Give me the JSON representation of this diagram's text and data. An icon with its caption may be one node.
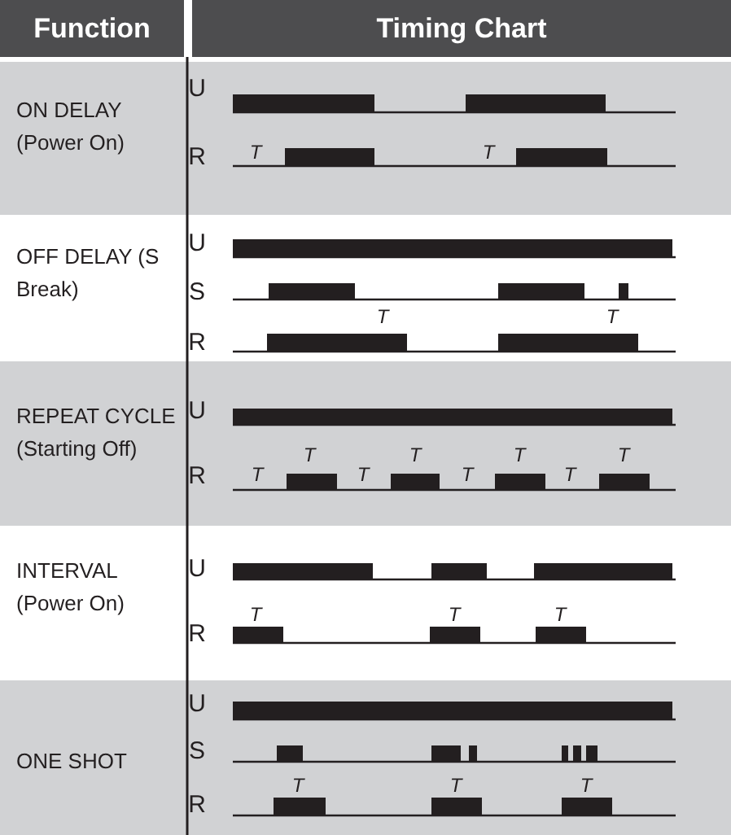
{
  "diagram": {
    "labels": [
      "Function",
      "Timing Chart",
      "ON DELAY (Power On)",
      "U",
      "R",
      "T",
      "T",
      "OFF DELAY (S Break)",
      "U",
      "S",
      "T",
      "T",
      "R",
      "REPEAT CYCLE (Starting Off)",
      "U",
      "T",
      "T",
      "T",
      "T",
      "R",
      "T",
      "T",
      "T",
      "T",
      "INTERVAL (Power On)",
      "U",
      "T",
      "T",
      "T",
      "R",
      "ONE SHOT",
      "U",
      "S",
      "T",
      "T",
      "T",
      "R"
    ]
  }
}
